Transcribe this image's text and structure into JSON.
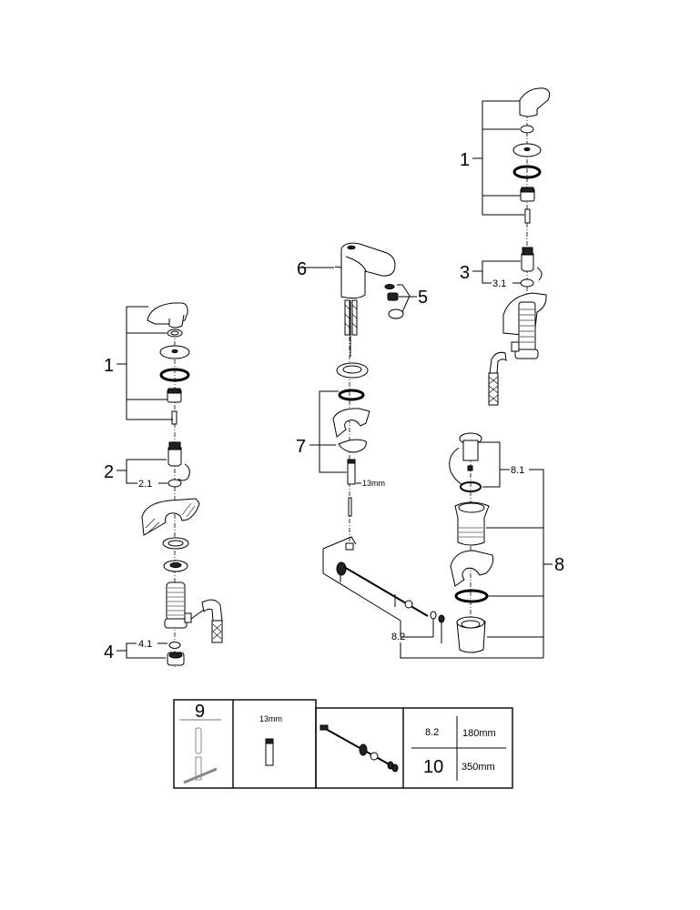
{
  "diagram": {
    "type": "exploded-parts-diagram",
    "subject": "Single-lever basin mixer with pop-up waste",
    "colors": {
      "line": "#000000",
      "background": "#ffffff"
    }
  },
  "left_assembly": {
    "callouts": [
      {
        "id": "1",
        "label": "1"
      },
      {
        "id": "2",
        "label": "2"
      },
      {
        "id": "2.1",
        "label": "2.1"
      },
      {
        "id": "4",
        "label": "4"
      },
      {
        "id": "4.1",
        "label": "4.1"
      }
    ]
  },
  "center_assembly": {
    "callouts": [
      {
        "id": "6",
        "label": "6"
      },
      {
        "id": "5",
        "label": "5"
      },
      {
        "id": "7",
        "label": "7"
      },
      {
        "id": "13mm",
        "label": "13mm"
      },
      {
        "id": "8.2",
        "label": "8.2"
      }
    ]
  },
  "right_assembly": {
    "callouts": [
      {
        "id": "1",
        "label": "1"
      },
      {
        "id": "3",
        "label": "3"
      },
      {
        "id": "3.1",
        "label": "3.1"
      },
      {
        "id": "8",
        "label": "8"
      },
      {
        "id": "8.1",
        "label": "8.1"
      }
    ]
  },
  "legend_table": {
    "tool_cell": {
      "number": "9"
    },
    "socket_cell": {
      "size": "13mm"
    },
    "lengths": [
      {
        "part": "8.2",
        "length": "180mm"
      },
      {
        "part": "10",
        "length": "350mm"
      }
    ]
  }
}
